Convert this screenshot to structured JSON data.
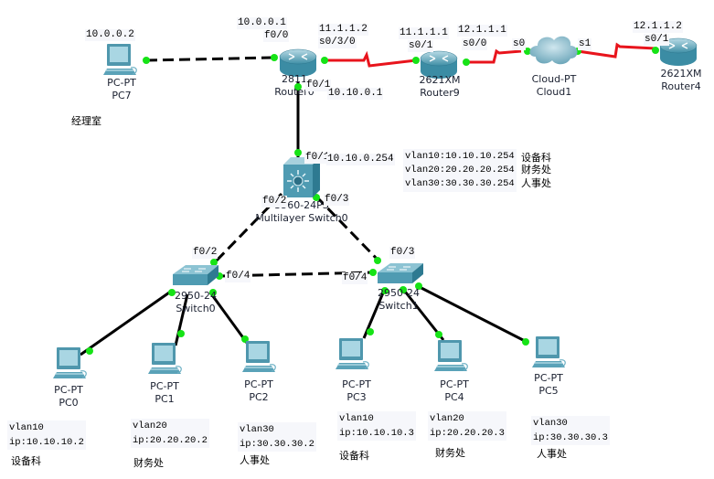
{
  "devices": {
    "pc7": {
      "model": "PC-PT",
      "name": "PC7",
      "ip_label": "10.0.0.2",
      "room": "经理室"
    },
    "router0": {
      "model": "2811",
      "name": "Router0"
    },
    "router9": {
      "model": "2621XM",
      "name": "Router9"
    },
    "cloud1": {
      "model": "Cloud-PT",
      "name": "Cloud1"
    },
    "router4": {
      "model": "2621XM",
      "name": "Router4"
    },
    "mls": {
      "model": "3560-24PS",
      "name": "Multilayer Switch0"
    },
    "switch0": {
      "model": "2950-24",
      "name": "Switch0"
    },
    "switch1": {
      "model": "2950-24",
      "name": "Switch1"
    },
    "pcs": [
      {
        "model": "PC-PT",
        "name": "PC0",
        "vlan": "vlan10",
        "ip": "ip:10.10.10.2",
        "dept": "设备科"
      },
      {
        "model": "PC-PT",
        "name": "PC1",
        "vlan": "vlan20",
        "ip": "ip:20.20.20.2",
        "dept": "财务处"
      },
      {
        "model": "PC-PT",
        "name": "PC2",
        "vlan": "vlan30",
        "ip": "ip:30.30.30.2",
        "dept": "人事处"
      },
      {
        "model": "PC-PT",
        "name": "PC3",
        "vlan": "vlan10",
        "ip": "ip:10.10.10.3",
        "dept": "设备科"
      },
      {
        "model": "PC-PT",
        "name": "PC4",
        "vlan": "vlan20",
        "ip": "ip:20.20.20.3",
        "dept": "财务处"
      },
      {
        "model": "PC-PT",
        "name": "PC5",
        "vlan": "vlan30",
        "ip": "ip:30.30.30.3",
        "dept": "人事处"
      }
    ]
  },
  "interface_labels": {
    "r0_f00_ip": "10.0.0.1",
    "r0_f00": "f0/0",
    "r0_s030_ip": "11.1.1.2",
    "r0_s030": "s0/3/0",
    "r0_f01": "f0/1",
    "r0_f01_ip": "10.10.0.1",
    "r9_s01_ip": "11.1.1.1",
    "r9_s01": "s0/1",
    "r9_s00_ip": "12.1.1.1",
    "r9_s00": "s0/0",
    "cloud_s0": "s0",
    "cloud_s1": "s1",
    "r4_s01_ip": "12.1.1.2",
    "r4_s01": "s0/1",
    "mls_f01": "f0/1",
    "mls_f01_ip": "10.10.0.254",
    "mls_f02": "f0/2",
    "mls_f03": "f0/3",
    "sw0_f02": "f0/2",
    "sw0_f04": "f0/4",
    "sw1_f03": "f0/3",
    "sw1_f04": "f0/4"
  },
  "vlan_gateways": {
    "lines": [
      "vlan10:10.10.10.254",
      "vlan20:20.20.20.254",
      "vlan30:30.30.30.254"
    ],
    "depts": [
      "设备科",
      "财务处",
      "人事处"
    ]
  },
  "colors": {
    "serial_link": "#e8141c",
    "ethernet_link": "#000000",
    "port_up": "#16e316"
  }
}
